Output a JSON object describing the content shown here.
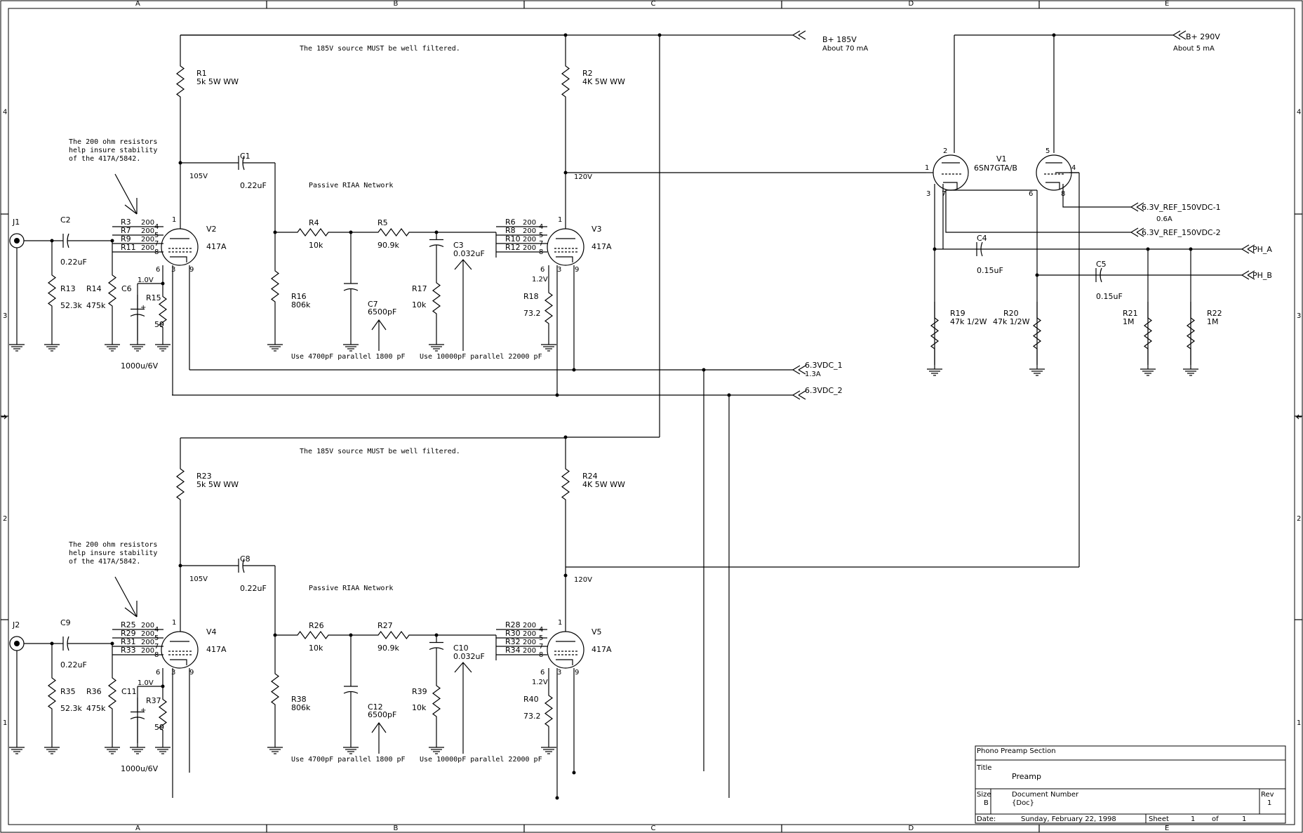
{
  "frame": {
    "columns": [
      "A",
      "B",
      "C",
      "D",
      "E"
    ],
    "rows": [
      "4",
      "3",
      "2",
      "1"
    ]
  },
  "supplies": {
    "b185": {
      "label": "B+ 185V",
      "sub": "About 70 mA"
    },
    "b290": {
      "label": "B+ 290V",
      "sub": "About 5 mA"
    },
    "h1": {
      "label": "6.3VDC_1",
      "sub": "1.3A"
    },
    "h2": {
      "label": "6.3VDC_2"
    },
    "ref1": {
      "label": "6.3V_REF_150VDC-1",
      "sub": "0.6A"
    },
    "ref2": {
      "label": "6.3V_REF_150VDC-2"
    },
    "pha": {
      "label": "PH_A"
    },
    "phb": {
      "label": "PH_B"
    }
  },
  "stages": [
    {
      "jack": "J1",
      "cin": "C2",
      "cin_val": "0.22uF",
      "r_grid": "R13",
      "r_grid_val": "52.3k",
      "r_load": "R14",
      "r_load_val": "475k",
      "grid_rs": [
        "R3",
        "R7",
        "R9",
        "R11"
      ],
      "grid_rvals": [
        "200",
        "200",
        "200",
        "200"
      ],
      "cap_k": "C6",
      "cap_k_val": "1000u/6V",
      "rk": "R15",
      "rk_val": "59",
      "vk": "1.0V",
      "note": [
        "The 200 ohm resistors",
        "help insure stability",
        "of the 417A/5842."
      ],
      "r_plate": "R1",
      "r_plate_val": "5k 5W WW",
      "vplate": "105V",
      "cc": "C1",
      "cc_val": "0.22uF",
      "filter_note": "The 185V source MUST be well filtered.",
      "riaa": "Passive RIAA Network",
      "rbias": "R16",
      "rbias_val": "806k",
      "r_a": "R4",
      "r_a_val": "10k",
      "r_b": "R5",
      "r_b_val": "90.9k",
      "c_a": "C7",
      "c_a_val": "6500pF",
      "c_a_note": "Use 4700pF parallel 1800 pF",
      "c_b": "C3",
      "c_b_val": "0.032uF",
      "c_b_note": "Use 10000pF parallel 22000 pF",
      "r_c": "R17",
      "r_c_val": "10k",
      "tube1": "V2",
      "tube1_type": "417A",
      "grid_rs2": [
        "R6",
        "R8",
        "R10",
        "R12"
      ],
      "grid_rvals2": [
        "200",
        "200",
        "200",
        "200"
      ],
      "tube2": "V3",
      "tube2_type": "417A",
      "vk2": "1.2V",
      "rk2": "R18",
      "rk2_val": "73.2",
      "r_plate2": "R2",
      "r_plate2_val": "4K 5W WW",
      "vplate2": "120V"
    },
    {
      "jack": "J2",
      "cin": "C9",
      "cin_val": "0.22uF",
      "r_grid": "R35",
      "r_grid_val": "52.3k",
      "r_load": "R36",
      "r_load_val": "475k",
      "grid_rs": [
        "R25",
        "R29",
        "R31",
        "R33"
      ],
      "grid_rvals": [
        "200",
        "200",
        "200",
        "200"
      ],
      "cap_k": "C11",
      "cap_k_val": "1000u/6V",
      "rk": "R37",
      "rk_val": "59",
      "vk": "1.0V",
      "note": [
        "The 200 ohm resistors",
        "help insure stability",
        "of the 417A/5842."
      ],
      "r_plate": "R23",
      "r_plate_val": "5k 5W WW",
      "vplate": "105V",
      "cc": "C8",
      "cc_val": "0.22uF",
      "filter_note": "The 185V source MUST be well filtered.",
      "riaa": "Passive RIAA Network",
      "rbias": "R38",
      "rbias_val": "806k",
      "r_a": "R26",
      "r_a_val": "10k",
      "r_b": "R27",
      "r_b_val": "90.9k",
      "c_a": "C12",
      "c_a_val": "6500pF",
      "c_a_note": "Use 4700pF parallel 1800 pF",
      "c_b": "C10",
      "c_b_val": "0.032uF",
      "c_b_note": "Use 10000pF parallel 22000 pF",
      "r_c": "R39",
      "r_c_val": "10k",
      "tube1": "V4",
      "tube1_type": "417A",
      "grid_rs2": [
        "R28",
        "R30",
        "R32",
        "R34"
      ],
      "grid_rvals2": [
        "200",
        "200",
        "200",
        "200"
      ],
      "tube2": "V5",
      "tube2_type": "417A",
      "vk2": "1.2V",
      "rk2": "R40",
      "rk2_val": "73.2",
      "r_plate2": "R24",
      "r_plate2_val": "4K 5W WW",
      "vplate2": "120V"
    }
  ],
  "follower": {
    "tube": "V1",
    "tube_type": "6SN7GTA/B",
    "c4": "C4",
    "c4_val": "0.15uF",
    "c5": "C5",
    "c5_val": "0.15uF",
    "r19": "R19",
    "r19_val": "47k 1/2W",
    "r20": "R20",
    "r20_val": "47k 1/2W",
    "r21": "R21",
    "r21_val": "1M",
    "r22": "R22",
    "r22_val": "1M"
  },
  "titleblock": {
    "section": "Phono Preamp Section",
    "title_label": "Title",
    "title": "Preamp",
    "size_label": "Size",
    "size": "B",
    "doc_label": "Document Number",
    "doc": "{Doc}",
    "rev_label": "Rev",
    "rev": "1",
    "date_label": "Date:",
    "date": "Sunday, February 22, 1998",
    "sheet_label": "Sheet",
    "sheet": "1",
    "of_label": "of",
    "sheets": "1"
  }
}
